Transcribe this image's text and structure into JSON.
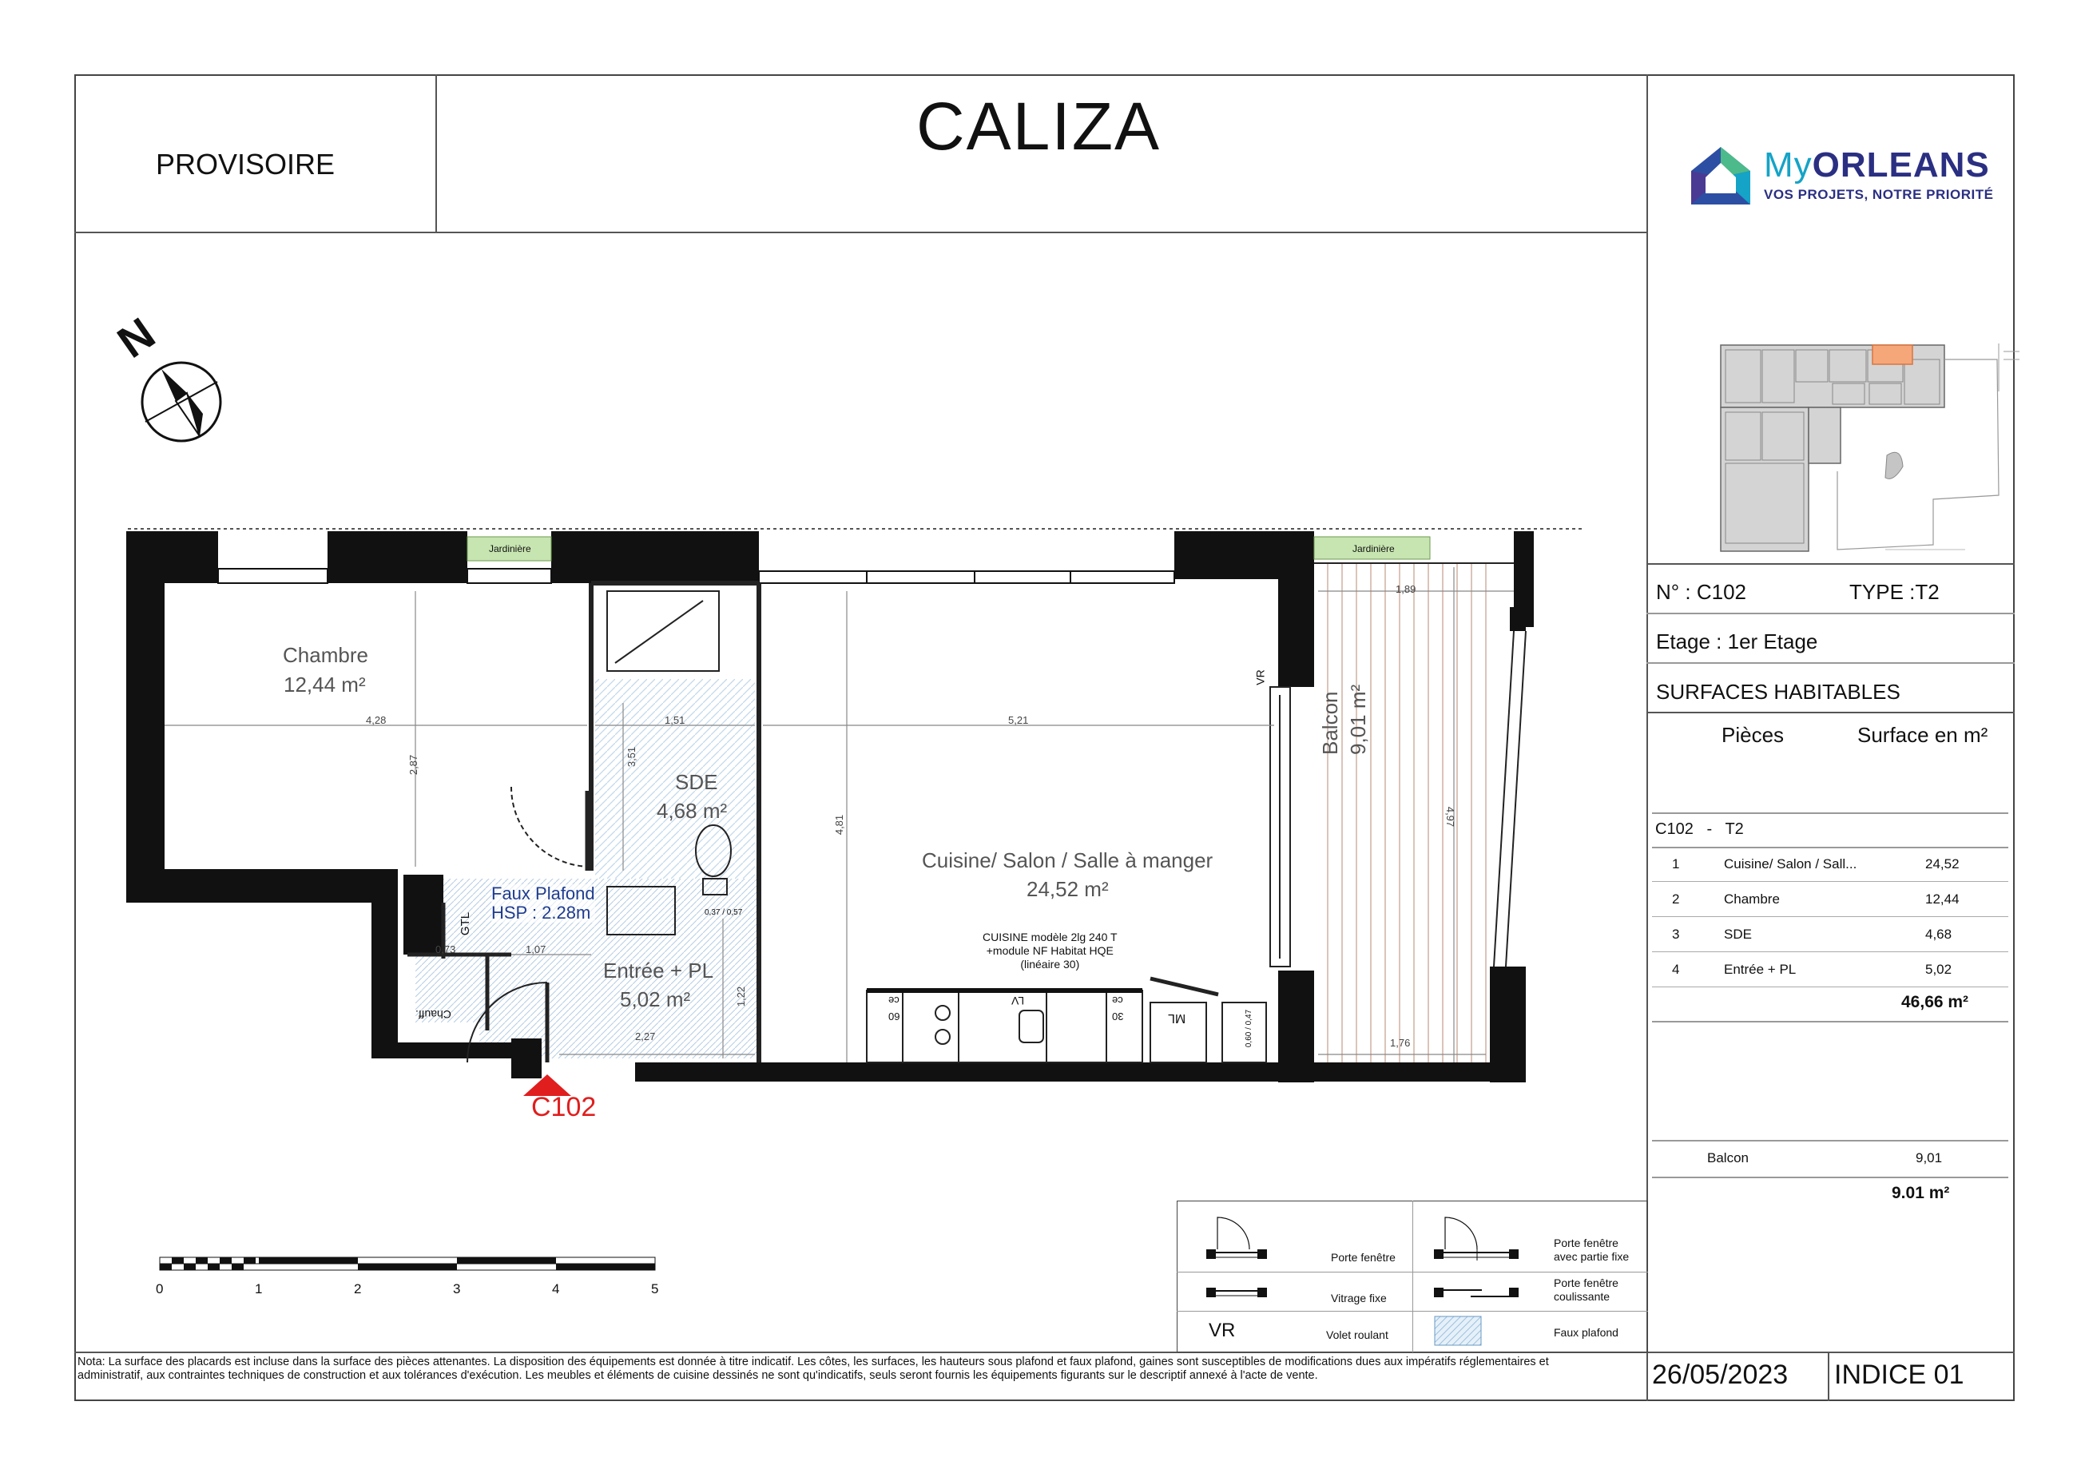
{
  "header": {
    "status": "PROVISOIRE",
    "project_name": "CALIZA"
  },
  "brand": {
    "name_my": "My",
    "name_orleans": "ORLEANS",
    "tagline": "VOS PROJETS, NOTRE PRIORITÉ",
    "colors": {
      "my": "#15a3c7",
      "orleans": "#2b2f82",
      "green": "#4cba8a",
      "blue": "#2c4fa3",
      "purple": "#4a3a93"
    }
  },
  "plan": {
    "north_label": "N",
    "unit_label": "C102",
    "rooms": {
      "chambre": {
        "name": "Chambre",
        "area": "12,44 m²"
      },
      "sde": {
        "name": "SDE",
        "area": "4,68 m²"
      },
      "sejour": {
        "name": "Cuisine/ Salon / Salle à manger",
        "area": "24,52 m²"
      },
      "entree": {
        "name": "Entrée + PL",
        "area": "5,02 m²"
      },
      "balcon": {
        "name": "Balcon",
        "area": "9,01 m²"
      }
    },
    "faux_plafond": {
      "line1": "Faux Plafond",
      "line2": "HSP : 2.28m"
    },
    "kitchen_note": {
      "line1": "CUISINE modèle 2lg 240 T",
      "line2": "+module NF Habitat HQE",
      "line3": "(linéaire 30)"
    },
    "jardiniere_label": "Jardinière",
    "labels": {
      "gtl": "GTL",
      "chauff": "Chauff.",
      "vr": "VR",
      "ml": "ML",
      "lv": "LV",
      "ce": "ce",
      "sixty": "60",
      "thirty": "30",
      "small_dims": "0,37 / 0,57",
      "wm_dims": "0,60 / 0,47"
    },
    "dimensions": {
      "chambre_w": "4,28",
      "chambre_h": "2,87",
      "sde_w": "1,51",
      "sde_h": "3,51",
      "sejour_w": "5,21",
      "sejour_h": "4,81",
      "entree_a": "0,73",
      "entree_b": "1,07",
      "entree_h": "1,22",
      "entree_w": "2,27",
      "balcon_top": "1,89",
      "balcon_h": "4,97",
      "balcon_bottom": "1,76"
    }
  },
  "scale": {
    "ticks": [
      "0",
      "1",
      "2",
      "3",
      "4",
      "5"
    ]
  },
  "info": {
    "lot_number": "N° : C102",
    "type": "TYPE :T2",
    "floor": "Etage : 1er Etage",
    "section_title": "SURFACES HABITABLES",
    "col_pieces": "Pièces",
    "col_surface": "Surface en m²",
    "group_label": "C102   -   T2",
    "rows": [
      {
        "num": "1",
        "name": "Cuisine/ Salon / Sall...",
        "value": "24,52"
      },
      {
        "num": "2",
        "name": "Chambre",
        "value": "12,44"
      },
      {
        "num": "3",
        "name": "SDE",
        "value": "4,68"
      },
      {
        "num": "4",
        "name": "Entrée + PL",
        "value": "5,02"
      }
    ],
    "total": "46,66 m²",
    "balcony_label": "Balcon",
    "balcony_value": "9,01",
    "balcony_total": "9.01 m²"
  },
  "legend": [
    {
      "label": "Porte fenêtre"
    },
    {
      "label": "Porte fenêtre avec partie fixe"
    },
    {
      "label": "Vitrage fixe"
    },
    {
      "label": "Porte fenêtre coulissante"
    },
    {
      "label": "Volet roulant",
      "symbol": "VR"
    },
    {
      "label": "Faux plafond"
    }
  ],
  "footer": {
    "note": "Nota: La surface des placards est incluse dans la surface des pièces attenantes. La disposition des équipements est donnée à titre indicatif. Les côtes, les surfaces, les hauteurs sous plafond et faux plafond, gaines sont susceptibles de modifications dues aux impératifs réglementaires et administratif, aux contraintes techniques de construction et aux tolérances d'exécution. Les meubles et éléments de cuisine dessinés ne sont qu'indicatifs, seuls seront fournis les équipements figurants sur le descriptif annexé à l'acte de vente.",
    "date": "26/05/2023",
    "index": "INDICE 01"
  }
}
